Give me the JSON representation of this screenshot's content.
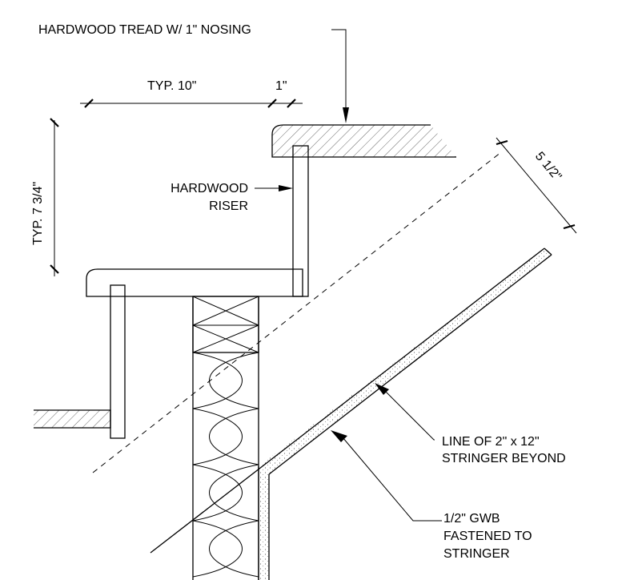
{
  "labels": {
    "tread": "HARDWOOD TREAD W/ 1\" NOSING",
    "run": "TYP. 10\"",
    "nosing": "1\"",
    "rise": "TYP. 7 3/4\"",
    "riser_line1": "HARDWOOD",
    "riser_line2": "RISER",
    "depth": "5 1/2\"",
    "stringer_line1": "LINE OF 2\" x 12\"",
    "stringer_line2": "STRINGER BEYOND",
    "gwb_line1": "1/2\" GWB",
    "gwb_line2": "FASTENED TO",
    "gwb_line3": "STRINGER"
  },
  "colors": {
    "ink": "#000000",
    "background": "#ffffff"
  }
}
